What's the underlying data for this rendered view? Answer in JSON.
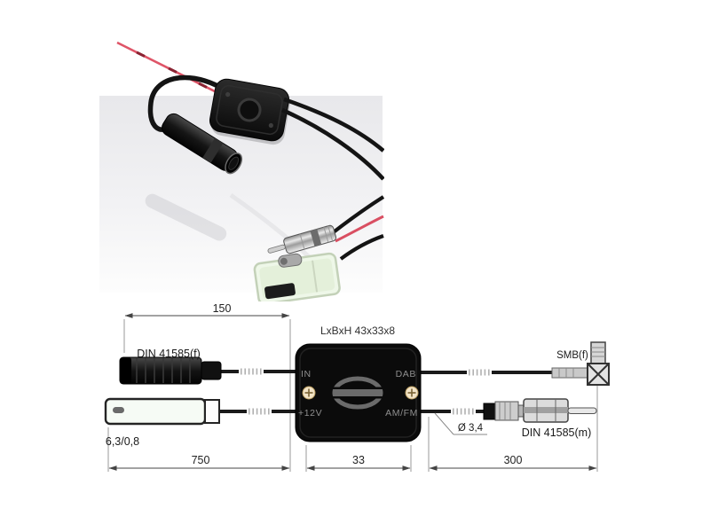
{
  "photo": {
    "parts": [
      "red-power-wire",
      "inline-amplifier-box",
      "din-female-connector",
      "coax-cables",
      "din-male-plug",
      "red-cable",
      "mini-iso-connector"
    ]
  },
  "diagram": {
    "box_label": "LxBxH 43x33x8",
    "ports": {
      "in": "IN",
      "dab": "DAB",
      "power": "+12V",
      "amfm": "AM/FM"
    },
    "connector_labels": {
      "din_female": "DIN 41585(f)",
      "spade": "6,3/0,8",
      "smb": "SMB(f)",
      "din_male": "DIN 41585(m)",
      "cable_diameter": "Ø 3,4"
    },
    "dimensions": {
      "cable_left_top": "150",
      "cable_left_bottom": "750",
      "box_width": "33",
      "cable_right": "300"
    }
  },
  "colors": {
    "red_wire": "#df5568",
    "box_black": "#0b0b0b",
    "port_text": "#8f8f8f",
    "screw": "#f2e3c6",
    "dimension_line": "#555555",
    "spade_fill": "#f6fbf5"
  }
}
